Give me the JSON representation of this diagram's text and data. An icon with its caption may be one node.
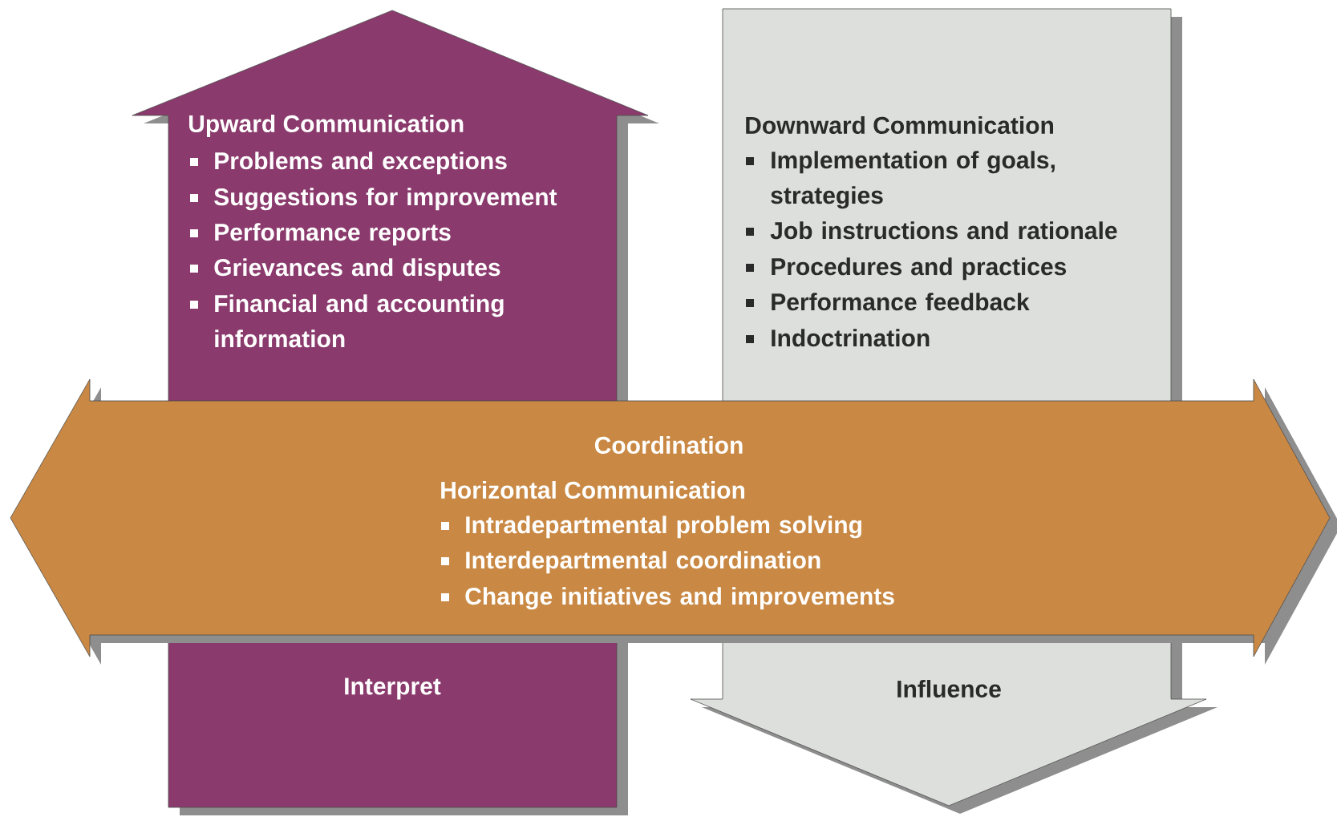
{
  "diagram": {
    "nodes": [
      {
        "text": [
          "Upward Communication",
          "Problems and exceptions",
          "Suggestions for improvement",
          "Performance reports",
          "Grievances and disputes",
          "Financial and accounting information",
          "Interpret"
        ]
      },
      {
        "text": [
          "Downward Communication",
          "Implementation of goals, strategies",
          "Job instructions and rationale",
          "Procedures and practices",
          "Performance feedback",
          "Indoctrination",
          "Influence"
        ]
      },
      {
        "text": [
          "Coordination",
          "Horizontal Communication",
          "Intradepartmental problem solving",
          "Interdepartmental coordination",
          "Change initiatives and improvements"
        ]
      }
    ]
  }
}
